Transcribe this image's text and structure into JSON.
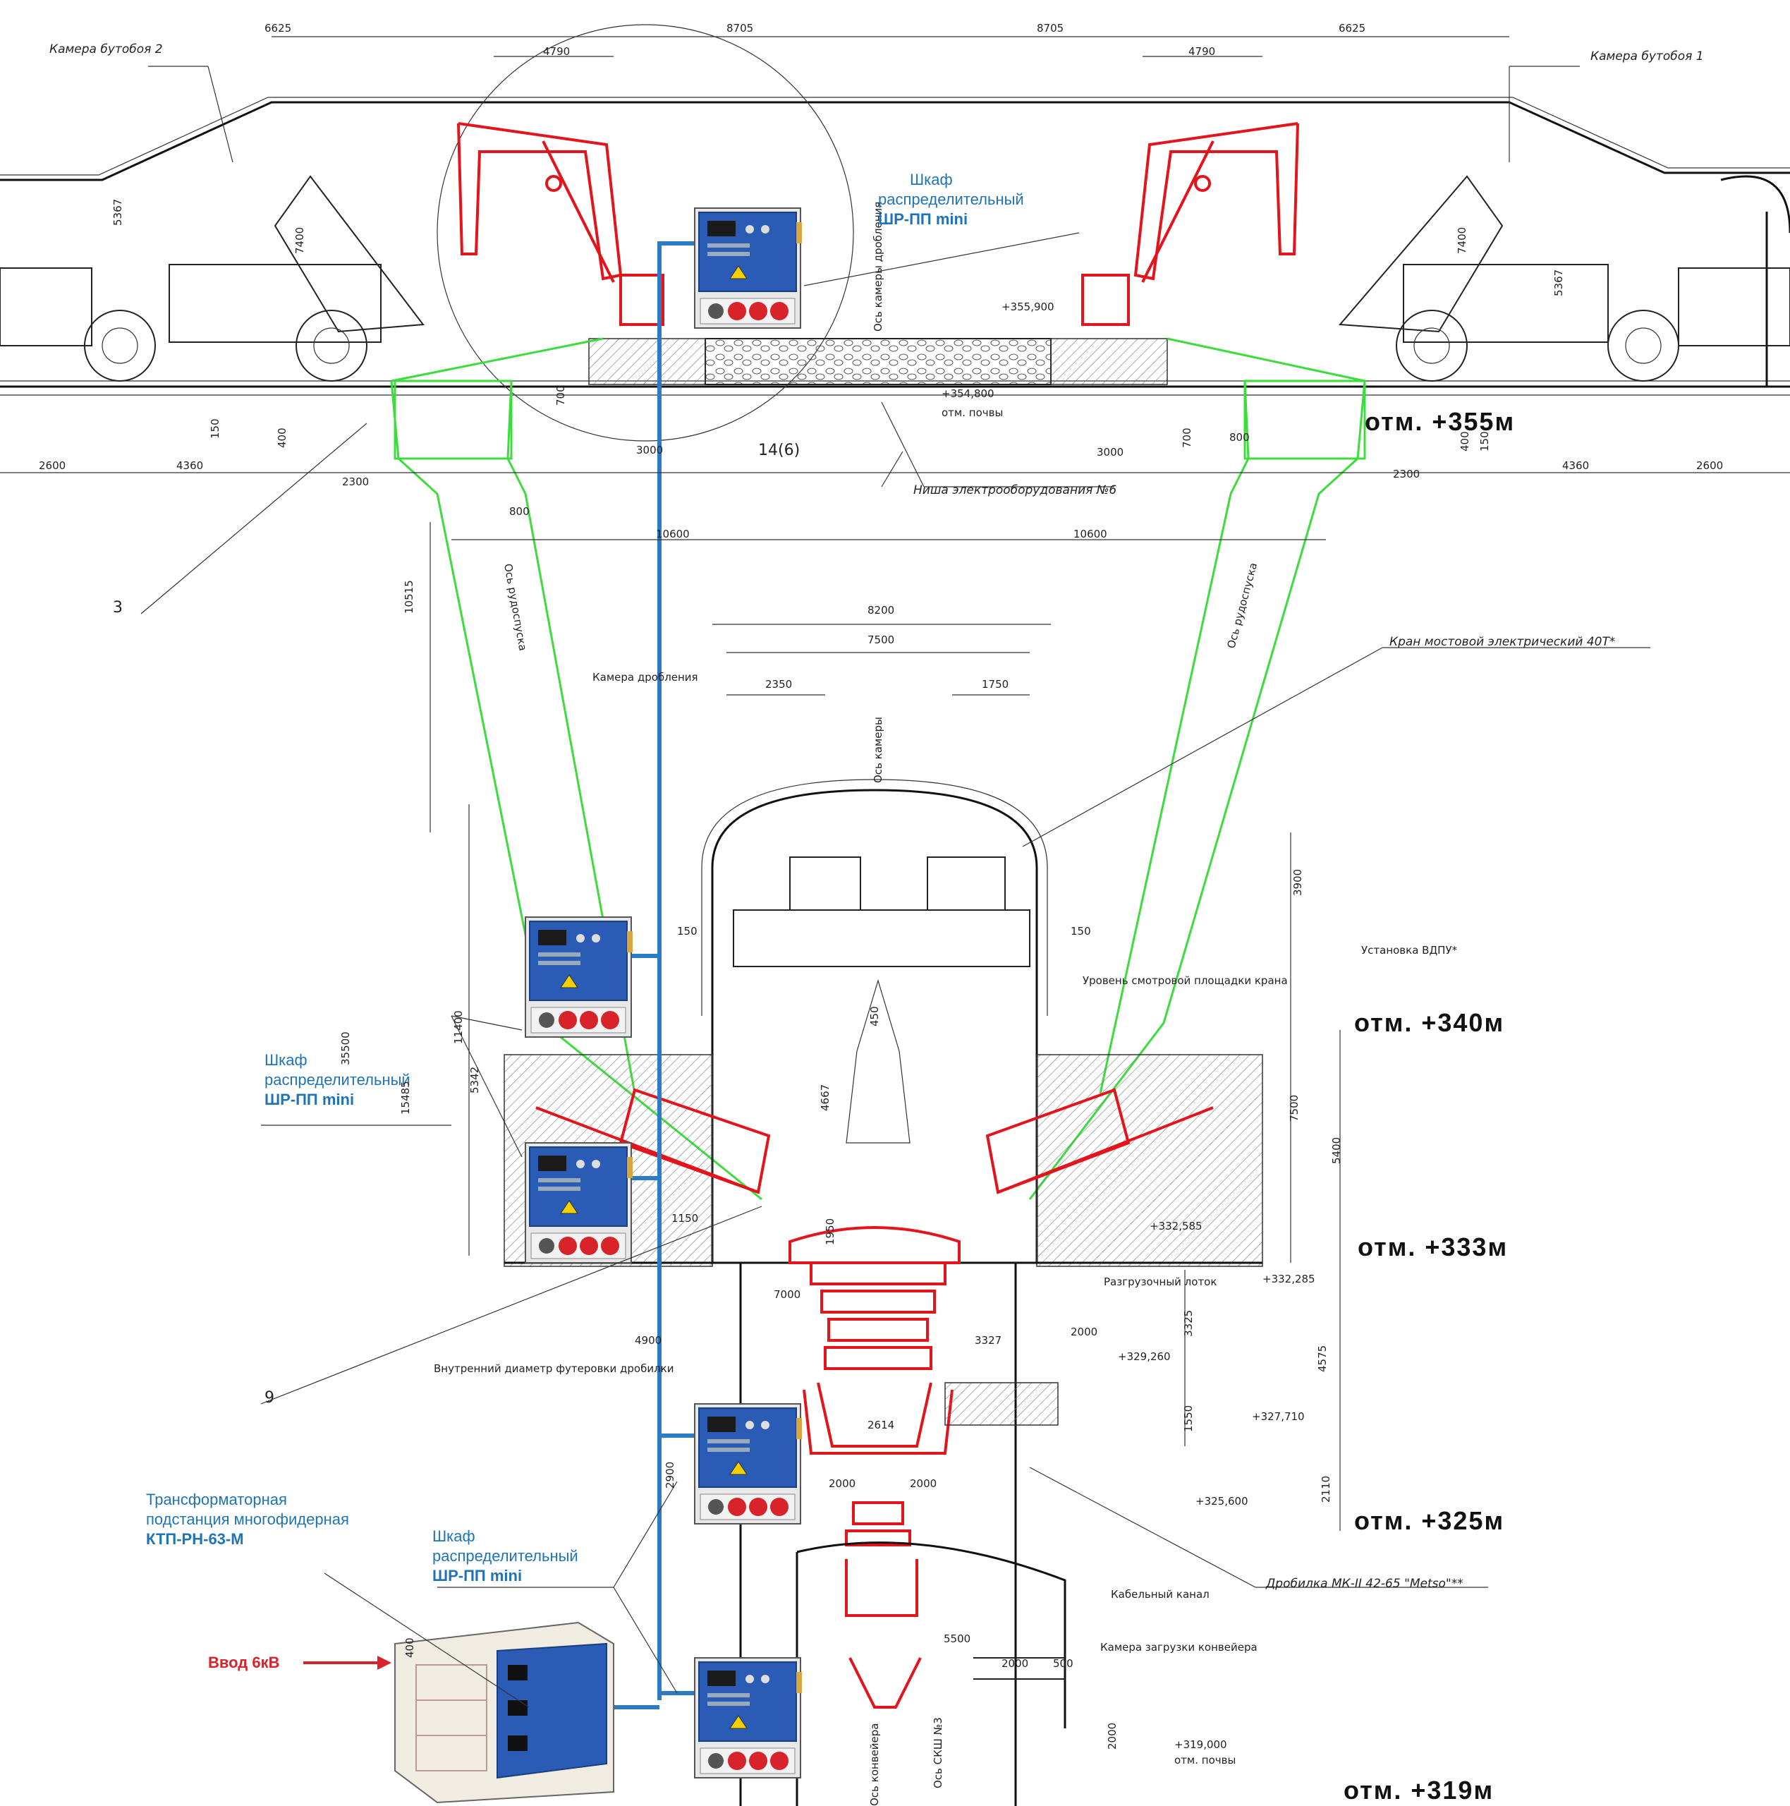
{
  "labels": {
    "chamber2": "Камера бутобоя 2",
    "chamber1": "Камера бутобоя 1",
    "niche": "Ниша электрооборудования №6",
    "crane": "Кран мостовой электрический 40Т*",
    "crushing_chamber": "Камера дробления",
    "chamber_axis": "Ось камеры",
    "crushing_axis": "Ось камеры дробления",
    "ore_axis_left": "Ось рудоспуска",
    "ore_axis_right": "Ось рудоспуска",
    "vdpu": "Установка ВДПУ*",
    "crane_platform": "Уровень смотровой площадки крана",
    "discharge_chute": "Разгрузочный лоток",
    "inner_diameter": "Внутренний диаметр футеровки дробилки",
    "crusher": "Дробилка МК-II 42-65 \"Metso\"**",
    "cable_channel": "Кабельный канал",
    "conveyor_chamber": "Камера загрузки конвейера",
    "section_mark": "14(6)",
    "ref_3": "3",
    "ref_9": "9",
    "skip_shaft": "Ось СКШ №3",
    "conveyor_axis": "Ось конвейера"
  },
  "cabinets": {
    "title_line1": "Шкаф",
    "title_line2": "распределительный",
    "title_model": "ШР-ПП mini"
  },
  "transformer": {
    "line1": "Трансформаторная",
    "line2": "подстанция многофидерная",
    "model": "КТП-РН-63-М"
  },
  "inlet": "Ввод 6кВ",
  "elevations": {
    "e355": "отм. +355м",
    "e340": "отм. +340м",
    "e333": "отм. +333м",
    "e325": "отм. +325м",
    "e319": "отм. +319м"
  },
  "levels": {
    "l355900": "+355,900",
    "l354800": "+354,800",
    "floor": "отм. почвы",
    "l332585": "+332,585",
    "l332285": "+332,285",
    "l329260": "+329,260",
    "l327710": "+327,710",
    "l325600": "+325,600",
    "l319000": "+319,000",
    "floor2": "отм. почвы"
  },
  "dimensions": {
    "d6625a": "6625",
    "d8705a": "8705",
    "d8705b": "8705",
    "d6625b": "6625",
    "d4790a": "4790",
    "d4790b": "4790",
    "d5367a": "5367",
    "d7400a": "7400",
    "d7400b": "7400",
    "d5367b": "5367",
    "d2600a": "2600",
    "d4360a": "4360",
    "d2300a": "2300",
    "d150a": "150",
    "d400a": "400",
    "d700a": "700",
    "d3000a": "3000",
    "d3000b": "3000",
    "d700b": "700",
    "d800a": "800",
    "d800b": "800",
    "d2300b": "2300",
    "d4360b": "4360",
    "d2600b": "2600",
    "d400b": "400",
    "d150b": "150",
    "d10600a": "10600",
    "d10600b": "10600",
    "d8200": "8200",
    "d7500": "7500",
    "d2350": "2350",
    "d1750": "1750",
    "d10515": "10515",
    "d3900": "3900",
    "d150c": "150",
    "d150d": "150",
    "d11400": "11400",
    "d35500": "35500",
    "d15485": "15485",
    "d5342": "5342",
    "d450": "450",
    "d4667": "4667",
    "d7500v": "7500",
    "d5400": "5400",
    "d1150": "1150",
    "d1950": "1950",
    "d7000": "7000",
    "d4900": "4900",
    "d3327": "3327",
    "d2000a": "2000",
    "d3325": "3325",
    "d4575": "4575",
    "d1550": "1550",
    "d2614": "2614",
    "d2000b": "2000",
    "d2000c": "2000",
    "d2110": "2110",
    "d2900": "2900",
    "d5500": "5500",
    "d2000d": "2000",
    "d500": "500",
    "d2000e": "2000",
    "d400c": "400"
  },
  "colors": {
    "cable": "#2b7bc5",
    "equipment": "#e3141b",
    "ore_pass": "#3ddc3d",
    "cabinet_body": "#2a5bb5",
    "cabinet_text": "#1f73b7",
    "inlet": "#d8232a"
  }
}
